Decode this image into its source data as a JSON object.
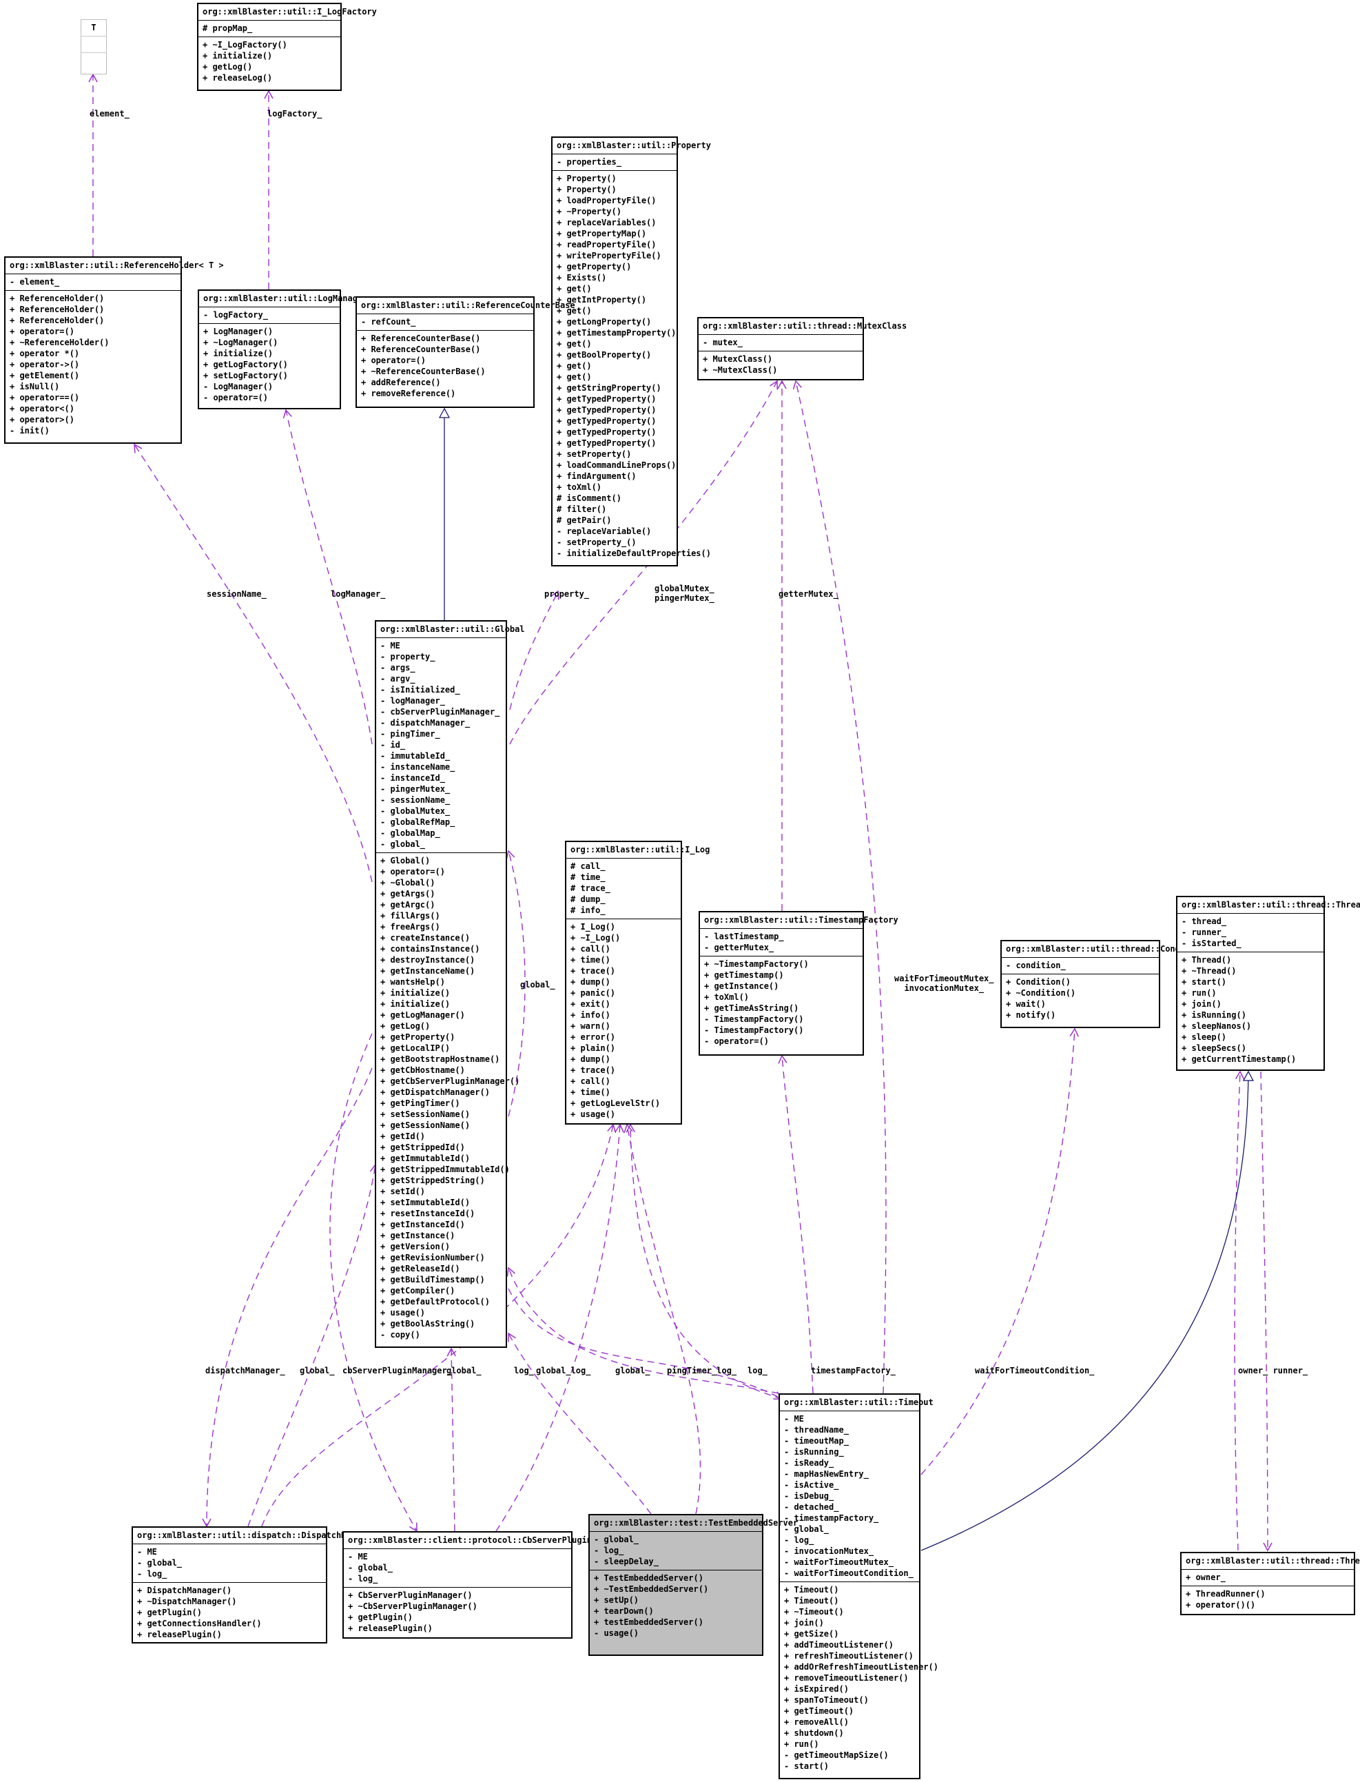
{
  "classes": {
    "T": {
      "title": "T",
      "attributes": [],
      "operations": []
    },
    "ILogFactory": {
      "title": "org::xmlBlaster::util::I_LogFactory",
      "attributes": [
        "# propMap_"
      ],
      "operations": [
        "+ ~I_LogFactory()",
        "+ initialize()",
        "+ getLog()",
        "+ releaseLog()"
      ]
    },
    "Property": {
      "title": "org::xmlBlaster::util::Property",
      "attributes": [
        "- properties_"
      ],
      "operations": [
        "+ Property()",
        "+ Property()",
        "+ loadPropertyFile()",
        "+ ~Property()",
        "+ replaceVariables()",
        "+ getPropertyMap()",
        "+ readPropertyFile()",
        "+ writePropertyFile()",
        "+ getProperty()",
        "+ Exists()",
        "+ get()",
        "+ getIntProperty()",
        "+ get()",
        "+ getLongProperty()",
        "+ getTimestampProperty()",
        "+ get()",
        "+ getBoolProperty()",
        "+ get()",
        "+ get()",
        "+ getStringProperty()",
        "+ getTypedProperty()",
        "+ getTypedProperty()",
        "+ getTypedProperty()",
        "+ getTypedProperty()",
        "+ getTypedProperty()",
        "+ setProperty()",
        "+ loadCommandLineProps()",
        "+ findArgument()",
        "+ toXml()",
        "# isComment()",
        "# filter()",
        "# getPair()",
        "- replaceVariable()",
        "- setProperty_()",
        "- initializeDefaultProperties()"
      ]
    },
    "ReferenceHolder": {
      "title": "org::xmlBlaster::util::ReferenceHolder< T >",
      "attributes": [
        "- element_"
      ],
      "operations": [
        "+ ReferenceHolder()",
        "+ ReferenceHolder()",
        "+ ReferenceHolder()",
        "+ operator=()",
        "+ ~ReferenceHolder()",
        "+ operator *()",
        "+ operator->()",
        "+ getElement()",
        "+ isNull()",
        "+ operator==()",
        "+ operator<()",
        "+ operator>()",
        "- init()"
      ]
    },
    "LogManager": {
      "title": "org::xmlBlaster::util::LogManager",
      "attributes": [
        "- logFactory_"
      ],
      "operations": [
        "+ LogManager()",
        "+ ~LogManager()",
        "+ initialize()",
        "+ getLogFactory()",
        "+ setLogFactory()",
        "- LogManager()",
        "- operator=()"
      ]
    },
    "ReferenceCounterBase": {
      "title": "org::xmlBlaster::util::ReferenceCounterBase",
      "attributes": [
        "- refCount_"
      ],
      "operations": [
        "+ ReferenceCounterBase()",
        "+ ReferenceCounterBase()",
        "+ operator=()",
        "+ ~ReferenceCounterBase()",
        "+ addReference()",
        "+ removeReference()"
      ]
    },
    "MutexClass": {
      "title": "org::xmlBlaster::util::thread::MutexClass",
      "attributes": [
        "- mutex_"
      ],
      "operations": [
        "+ MutexClass()",
        "+ ~MutexClass()"
      ]
    },
    "Global": {
      "title": "org::xmlBlaster::util::Global",
      "attributes": [
        "- ME",
        "- property_",
        "- args_",
        "- argv_",
        "- isInitialized_",
        "- logManager_",
        "- cbServerPluginManager_",
        "- dispatchManager_",
        "- pingTimer_",
        "- id_",
        "- immutableId_",
        "- instanceName_",
        "- instanceId_",
        "- pingerMutex_",
        "- sessionName_",
        "- globalMutex_",
        "- globalRefMap_",
        "- globalMap_",
        "- global_"
      ],
      "operations": [
        "+ Global()",
        "+ operator=()",
        "+ ~Global()",
        "+ getArgs()",
        "+ getArgc()",
        "+ fillArgs()",
        "+ freeArgs()",
        "+ createInstance()",
        "+ containsInstance()",
        "+ destroyInstance()",
        "+ getInstanceName()",
        "+ wantsHelp()",
        "+ initialize()",
        "+ initialize()",
        "+ getLogManager()",
        "+ getLog()",
        "+ getProperty()",
        "+ getLocalIP()",
        "+ getBootstrapHostname()",
        "+ getCbHostname()",
        "+ getCbServerPluginManager()",
        "+ getDispatchManager()",
        "+ getPingTimer()",
        "+ setSessionName()",
        "+ getSessionName()",
        "+ getId()",
        "+ getStrippedId()",
        "+ getImmutableId()",
        "+ getStrippedImmutableId()",
        "+ getStrippedString()",
        "+ setId()",
        "+ setImmutableId()",
        "+ resetInstanceId()",
        "+ getInstanceId()",
        "+ getInstance()",
        "+ getVersion()",
        "+ getRevisionNumber()",
        "+ getReleaseId()",
        "+ getBuildTimestamp()",
        "+ getCompiler()",
        "+ getDefaultProtocol()",
        "+ usage()",
        "+ getBoolAsString()",
        "- copy()"
      ]
    },
    "ILog": {
      "title": "org::xmlBlaster::util::I_Log",
      "attributes": [
        "# call_",
        "# time_",
        "# trace_",
        "# dump_",
        "# info_"
      ],
      "operations": [
        "+ I_Log()",
        "+ ~I_Log()",
        "+ call()",
        "+ time()",
        "+ trace()",
        "+ dump()",
        "+ panic()",
        "+ exit()",
        "+ info()",
        "+ warn()",
        "+ error()",
        "+ plain()",
        "+ dump()",
        "+ trace()",
        "+ call()",
        "+ time()",
        "+ getLogLevelStr()",
        "+ usage()"
      ]
    },
    "TimestampFactory": {
      "title": "org::xmlBlaster::util::TimestampFactory",
      "attributes": [
        "- lastTimestamp_",
        "- getterMutex_"
      ],
      "operations": [
        "+ ~TimestampFactory()",
        "+ getTimestamp()",
        "+ getInstance()",
        "+ toXml()",
        "+ getTimeAsString()",
        "- TimestampFactory()",
        "- TimestampFactory()",
        "- operator=()"
      ]
    },
    "Condition": {
      "title": "org::xmlBlaster::util::thread::Condition",
      "attributes": [
        "- condition_"
      ],
      "operations": [
        "+ Condition()",
        "+ ~Condition()",
        "+ wait()",
        "+ notify()"
      ]
    },
    "Thread": {
      "title": "org::xmlBlaster::util::thread::Thread",
      "attributes": [
        "- thread_",
        "- runner_",
        "- isStarted_"
      ],
      "operations": [
        "+ Thread()",
        "+ ~Thread()",
        "+ start()",
        "+ run()",
        "+ join()",
        "+ isRunning()",
        "+ sleepNanos()",
        "+ sleep()",
        "+ sleepSecs()",
        "+ getCurrentTimestamp()"
      ]
    },
    "Timeout": {
      "title": "org::xmlBlaster::util::Timeout",
      "attributes": [
        "- ME",
        "- threadName_",
        "- timeoutMap_",
        "- isRunning_",
        "- isReady_",
        "- mapHasNewEntry_",
        "- isActive_",
        "- isDebug_",
        "- detached_",
        "- timestampFactory_",
        "- global_",
        "- log_",
        "- invocationMutex_",
        "- waitForTimeoutMutex_",
        "- waitForTimeoutCondition_"
      ],
      "operations": [
        "+ Timeout()",
        "+ Timeout()",
        "+ ~Timeout()",
        "+ join()",
        "+ getSize()",
        "+ addTimeoutListener()",
        "+ refreshTimeoutListener()",
        "+ addOrRefreshTimeoutListener()",
        "+ removeTimeoutListener()",
        "+ isExpired()",
        "+ spanToTimeout()",
        "+ getTimeout()",
        "+ removeAll()",
        "+ shutdown()",
        "+ run()",
        "- getTimeoutMapSize()",
        "- start()"
      ]
    },
    "DispatchManager": {
      "title": "org::xmlBlaster::util::dispatch::DispatchManager",
      "attributes": [
        "- ME",
        "- global_",
        "- log_"
      ],
      "operations": [
        "+ DispatchManager()",
        "+ ~DispatchManager()",
        "+ getPlugin()",
        "+ getConnectionsHandler()",
        "+ releasePlugin()"
      ]
    },
    "CbServerPluginManager": {
      "title": "org::xmlBlaster::client::protocol::CbServerPluginManager",
      "attributes": [
        "- ME",
        "- global_",
        "- log_"
      ],
      "operations": [
        "+ CbServerPluginManager()",
        "+ ~CbServerPluginManager()",
        "+ getPlugin()",
        "+ releasePlugin()"
      ]
    },
    "TestEmbeddedServer": {
      "title": "org::xmlBlaster::test::TestEmbeddedServer",
      "attributes": [
        "- global_",
        "- log_",
        "- sleepDelay_"
      ],
      "operations": [
        "+ TestEmbeddedServer()",
        "+ ~TestEmbeddedServer()",
        "+ setUp()",
        "+ tearDown()",
        "+ testEmbeddedServer()",
        "- usage()"
      ]
    },
    "ThreadRunner": {
      "title": "org::xmlBlaster::util::thread::ThreadRunner",
      "attributes": [
        "+ owner_"
      ],
      "operations": [
        "+ ThreadRunner()",
        "+ operator()()"
      ]
    }
  },
  "edge_labels": {
    "element": "element_",
    "logFactory": "logFactory_",
    "sessionName": "sessionName_",
    "logManager": "logManager_",
    "property": "property_",
    "mutexes": "globalMutex_\npingerMutex_",
    "getterMutex": "getterMutex_",
    "timeoutMutexes": "waitForTimeoutMutex_\ninvocationMutex_",
    "globalToGlobal": "global_",
    "dispatchManager": "dispatchManager_",
    "dispatchGlobal": "global_",
    "cbServerPluginManager": "cbServerPluginManager_",
    "cbGlobal": "global_",
    "cbLog": "log_",
    "testGlobalLog": "global_log_",
    "timeoutGlobal": "global_",
    "pingTimerLog": "pingTimer_log_",
    "timeoutLog": "log_",
    "timestampFactory": "timestampFactory_",
    "waitForTimeoutCondition": "waitForTimeoutCondition_",
    "ownerRunner": "owner_ runner_"
  },
  "colors": {
    "dependency": "#9a32cd",
    "inheritance": "#191970",
    "highlight_fill": "#bfbfbf",
    "border": "#000000"
  }
}
